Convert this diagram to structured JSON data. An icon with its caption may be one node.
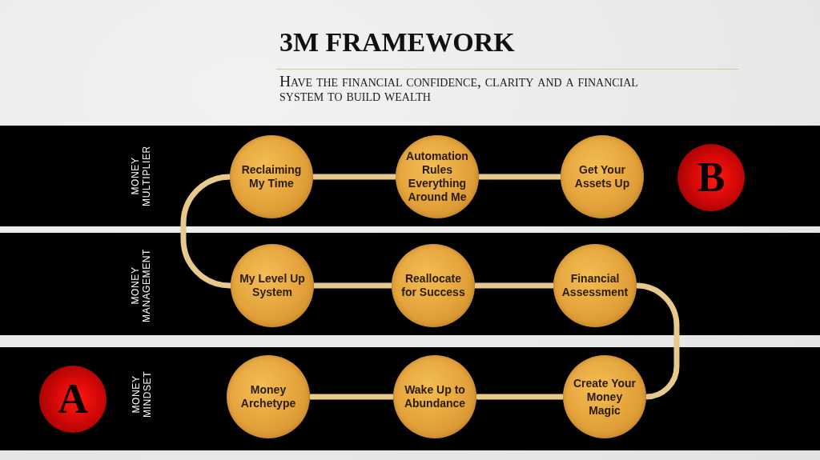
{
  "diagram": {
    "title": "3M FRAMEWORK",
    "nodes": [
      {
        "text": [
          "MONEY MULTIPLIER"
        ]
      },
      {
        "text": [
          "Reclaiming My Time"
        ],
        "in": 0
      },
      {
        "text": [
          "Automation Rules Everything Around Me"
        ],
        "in": 0
      },
      {
        "text": [
          "Get Your Assets Up"
        ],
        "in": 0
      },
      {
        "text": [
          "B"
        ],
        "in": 0
      },
      {
        "text": [
          "MONEY MANAGEMENT"
        ]
      },
      {
        "text": [
          "My Level Up System"
        ],
        "in": 5
      },
      {
        "text": [
          "Reallocate for Success"
        ],
        "in": 5
      },
      {
        "text": [
          "Financial Assessment"
        ],
        "in": 5
      },
      {
        "text": [
          "MONEY MINDSET"
        ]
      },
      {
        "text": [
          "A"
        ],
        "in": 9
      },
      {
        "text": [
          "Money Archetype"
        ],
        "in": 9
      },
      {
        "text": [
          "Wake Up to Abundance"
        ],
        "in": 9
      },
      {
        "text": [
          "Create Your Money Magic"
        ],
        "in": 9
      }
    ],
    "edges": [
      {
        "from": 11,
        "to": 12,
        "arrow": "none"
      },
      {
        "from": 12,
        "to": 13,
        "arrow": "none"
      },
      {
        "from": 13,
        "to": 8,
        "arrow": "none"
      },
      {
        "from": 8,
        "to": 7,
        "arrow": "none"
      },
      {
        "from": 7,
        "to": 6,
        "arrow": "none"
      },
      {
        "from": 6,
        "to": 1,
        "arrow": "none"
      },
      {
        "from": 1,
        "to": 2,
        "arrow": "none"
      },
      {
        "from": 2,
        "to": 3,
        "arrow": "none"
      }
    ],
    "labels": [
      "Have the financial confidence, clarity and a financial system to build wealth"
    ]
  }
}
